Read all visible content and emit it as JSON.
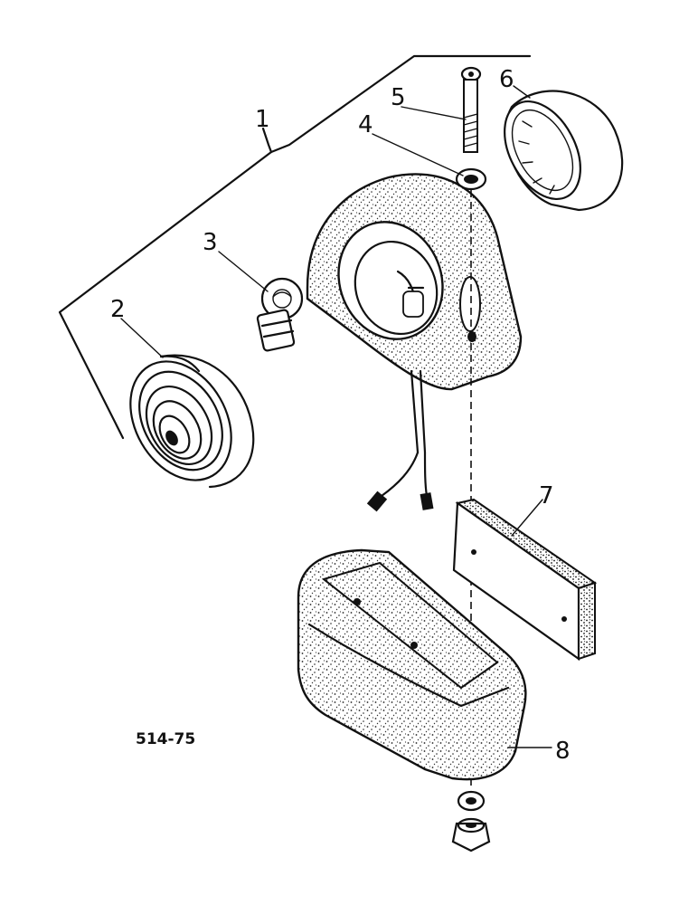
{
  "diagram": {
    "figure_code": "514-75",
    "callouts": [
      "1",
      "2",
      "3",
      "4",
      "5",
      "6",
      "7",
      "8"
    ]
  }
}
